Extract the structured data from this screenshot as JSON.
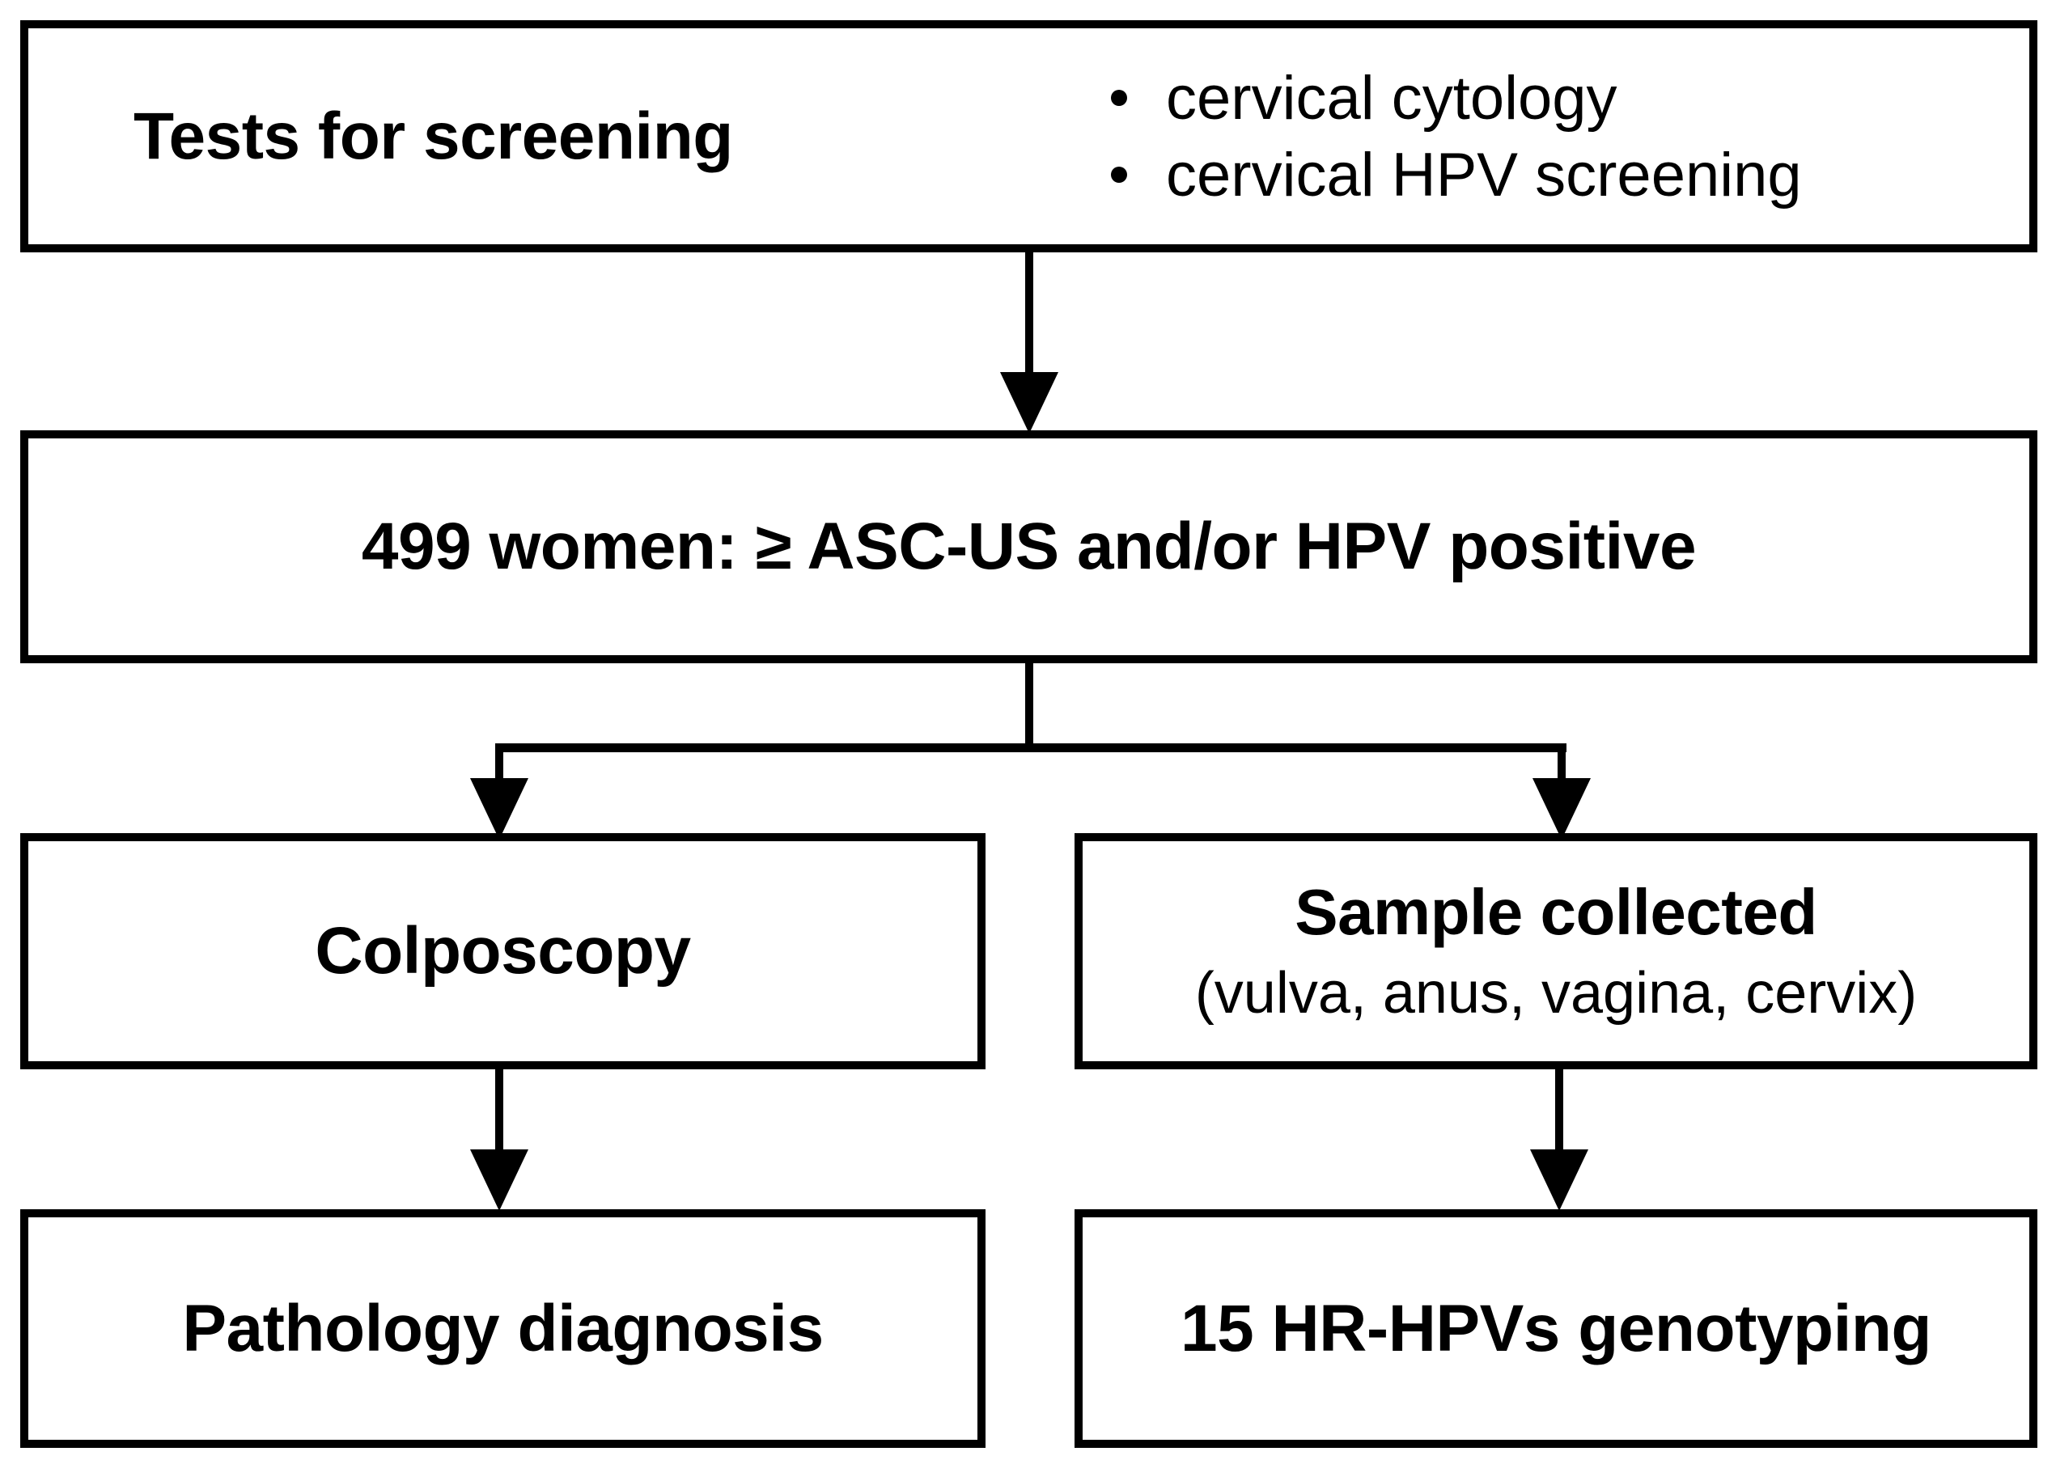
{
  "diagram": {
    "title": "Cervical screening study flowchart",
    "colors": {
      "line": "#000000",
      "background": "#ffffff",
      "text": "#000000"
    },
    "nodes": {
      "tests": {
        "label": "Tests for screening",
        "bullets": [
          "cervical cytology",
          "cervical HPV screening"
        ]
      },
      "enrolled": {
        "label": "499 women: ≥ ASC-US and/or HPV positive"
      },
      "colposcopy": {
        "label": "Colposcopy"
      },
      "sample": {
        "label": "Sample collected",
        "sublabel": "(vulva, anus, vagina, cervix)"
      },
      "pathology": {
        "label": "Pathology diagnosis"
      },
      "genotyping": {
        "label": "15 HR-HPVs  genotyping"
      }
    },
    "edges": [
      {
        "from": "tests",
        "to": "enrolled",
        "style": "arrow-down"
      },
      {
        "from": "enrolled",
        "to": "colposcopy",
        "style": "fork-arrow-down-left"
      },
      {
        "from": "enrolled",
        "to": "sample",
        "style": "fork-arrow-down-right"
      },
      {
        "from": "colposcopy",
        "to": "pathology",
        "style": "arrow-down"
      },
      {
        "from": "sample",
        "to": "genotyping",
        "style": "arrow-down"
      }
    ]
  }
}
